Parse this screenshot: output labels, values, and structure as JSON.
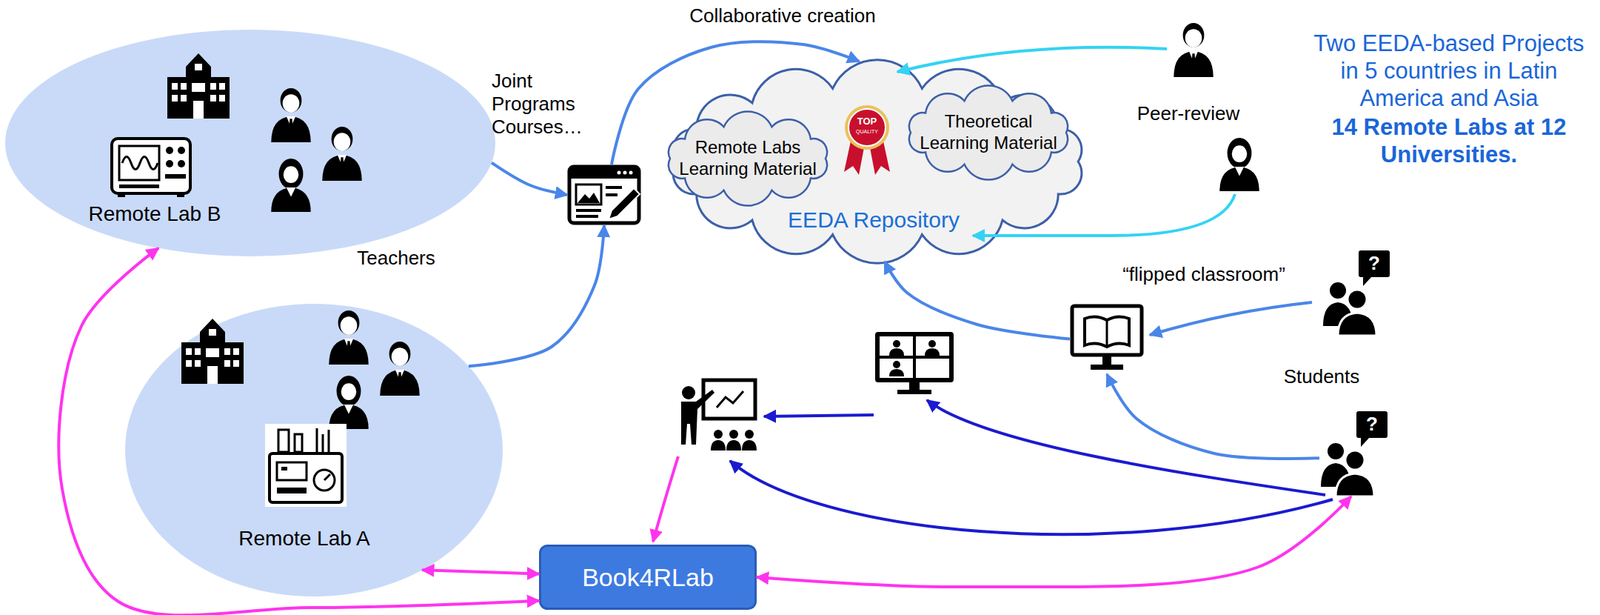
{
  "diagram": {
    "nodes": [
      {
        "text": [
          "Remote Lab B"
        ]
      },
      {
        "text": [
          "Remote Lab A"
        ]
      },
      {
        "text": [
          "Joint Programs Courses…"
        ]
      },
      {
        "text": [
          "EEDA Repository"
        ]
      },
      {
        "text": [
          "Remote Labs Learning Material"
        ],
        "in": 3
      },
      {
        "text": [
          "Theoretical Learning Material"
        ],
        "in": 3
      },
      {
        "text": [
          "“flipped classroom”"
        ]
      },
      {
        "text": [
          "Students"
        ]
      },
      {
        "text": [
          "Book4RLab"
        ]
      }
    ],
    "edges": [
      {
        "from": 0,
        "to": 2,
        "arrow": "to"
      },
      {
        "from": 1,
        "to": 2,
        "arrow": "to"
      },
      {
        "from": 2,
        "to": 3,
        "label": "Collaborative creation",
        "arrow": "to"
      },
      {
        "from": 6,
        "to": 3,
        "arrow": "to"
      },
      {
        "from": 7,
        "to": 6,
        "arrow": "to"
      },
      {
        "from": 8,
        "to": 1,
        "arrow": "both"
      },
      {
        "from": 8,
        "to": 0,
        "arrow": "both"
      },
      {
        "from": 7,
        "to": 8,
        "arrow": "both"
      }
    ],
    "labels": [
      "Teachers",
      "Peer-review",
      "Two EEDA-based Projects in 5 countries in Latin America and Asia",
      "14 Remote Labs at 12 Universities.",
      "TOP",
      "QUALITY",
      "?",
      "?"
    ]
  }
}
